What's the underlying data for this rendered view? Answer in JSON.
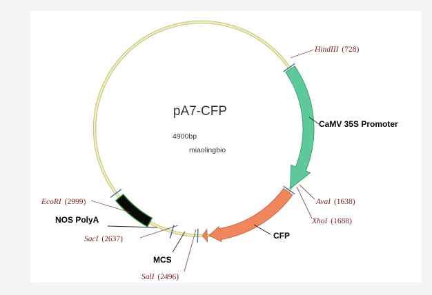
{
  "plasmid": {
    "name": "pA7-CFP",
    "size": "4900bp",
    "credit": "miaolingbio"
  },
  "colors": {
    "backbone": "#e8e6a2",
    "promoter": "#5ec99a",
    "cfp": "#f0875c",
    "polya": "#0a0a0a",
    "site_label": "#7a2424",
    "site_tick": "#3a68a8",
    "frame": "#f4f4f6"
  },
  "features": [
    {
      "id": "promoter",
      "label": "CaMV 35S Promoter"
    },
    {
      "id": "cfp",
      "label": "CFP"
    },
    {
      "id": "polya",
      "label": "NOS PolyA"
    },
    {
      "id": "mcs",
      "label": "MCS"
    }
  ],
  "sites": [
    {
      "id": "hindiii",
      "enzyme": "HindIII",
      "position": "(728)"
    },
    {
      "id": "aval",
      "enzyme": "AvaI",
      "position": "(1638)"
    },
    {
      "id": "xhoi",
      "enzyme": "XhoI",
      "position": "(1688)"
    },
    {
      "id": "ecori",
      "enzyme": "EcoRI",
      "position": "(2999)"
    },
    {
      "id": "saci",
      "enzyme": "SacI",
      "position": "(2637)"
    },
    {
      "id": "sali",
      "enzyme": "SalI",
      "position": "(2496)"
    }
  ]
}
